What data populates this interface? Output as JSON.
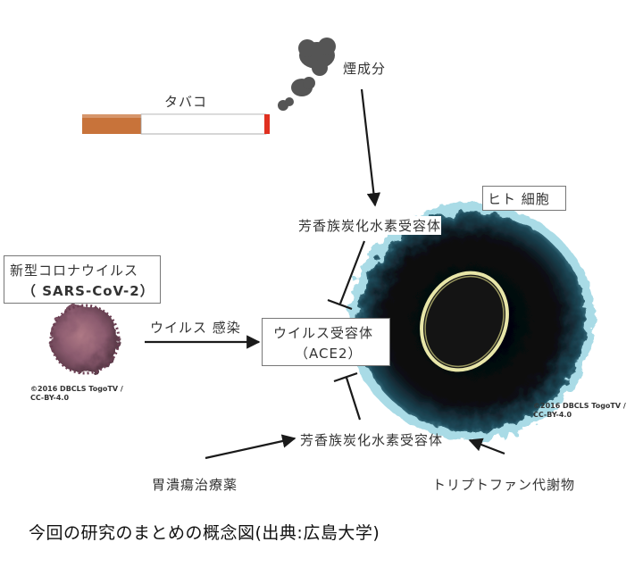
{
  "smoke_label": "煙成分",
  "tobacco_label": "タバコ",
  "human_cell_label": "ヒト 細胞",
  "virus_box": {
    "line1": "新型コロナウイルス",
    "line2": "（ SARS-CoV-2）"
  },
  "receptor_upper": "芳香族炭化水素受容体",
  "receptor_lower": "芳香族炭化水素受容体",
  "infection_label": "ウイルス 感染",
  "ace2_box": {
    "line1": "ウイルス受容体",
    "line2": "（ACE2）"
  },
  "credit_virus": "©2016 DBCLS TogoTV /\nCC-BY-4.0",
  "credit_cell": "©2016 DBCLS TogoTV /\nCC-BY-4.0",
  "drug_label": "胃潰瘍治療薬",
  "tryptophan_label": "トリプトファン代謝物",
  "caption": "今回の研究のまとめの概念図(出典:広島大学)",
  "colors": {
    "cigarette_filter": "#c8733a",
    "cigarette_tip": "#e03020",
    "virus": "#8a5a6e",
    "cell_membrane": "#7fc8d8",
    "cell_body": "#0a0d12",
    "nucleus": "#e8e6a8",
    "arrow": "#1a1a1a"
  }
}
